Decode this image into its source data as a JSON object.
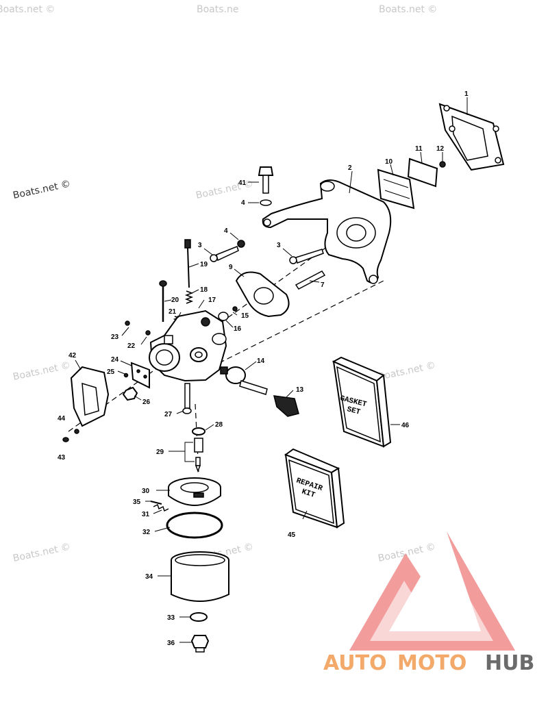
{
  "watermarks": {
    "boats": "Boats.net ©",
    "boats_partial": "Boats.ne"
  },
  "callouts": [
    "1",
    "2",
    "3",
    "3",
    "4",
    "4",
    "7",
    "9",
    "10",
    "11",
    "12",
    "13",
    "14",
    "15",
    "16",
    "17",
    "18",
    "19",
    "20",
    "21",
    "22",
    "23",
    "24",
    "25",
    "26",
    "27",
    "28",
    "29",
    "30",
    "31",
    "32",
    "33",
    "34",
    "35",
    "36",
    "41",
    "42",
    "43",
    "44",
    "45",
    "46"
  ],
  "kits": {
    "gasket_set": [
      "GASKET",
      "SET"
    ],
    "repair_kit": [
      "REPAIR",
      "KIT"
    ]
  },
  "logo": {
    "brand_auto": "AUTO",
    "brand_moto": "MOTO",
    "brand_hub": "HUB",
    "colors": {
      "light": "#f2a96a",
      "dark": "#6b6b6b",
      "red": "#e84a4a"
    }
  }
}
